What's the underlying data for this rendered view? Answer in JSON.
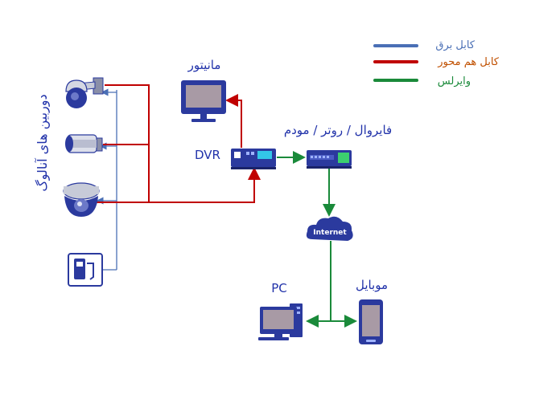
{
  "labels": {
    "cameras": "دوربین های آنالوگ",
    "monitor": "مانیتور",
    "dvr": "DVR",
    "network": "فایروال / روتر / مودم",
    "internet": "Internet",
    "pc": "PC",
    "mobile": "موبایل"
  },
  "legend": [
    {
      "label": "کابل برق",
      "color": "#4a6fb5"
    },
    {
      "label": "کابل هم محور",
      "color": "#c00000"
    },
    {
      "label": "وایرلس",
      "color": "#1a8a3a"
    }
  ],
  "colors": {
    "power": "#4a6fb5",
    "coax": "#c00000",
    "wireless": "#1a8a3a",
    "device": "#2b3a9e",
    "text": "#2233aa"
  }
}
